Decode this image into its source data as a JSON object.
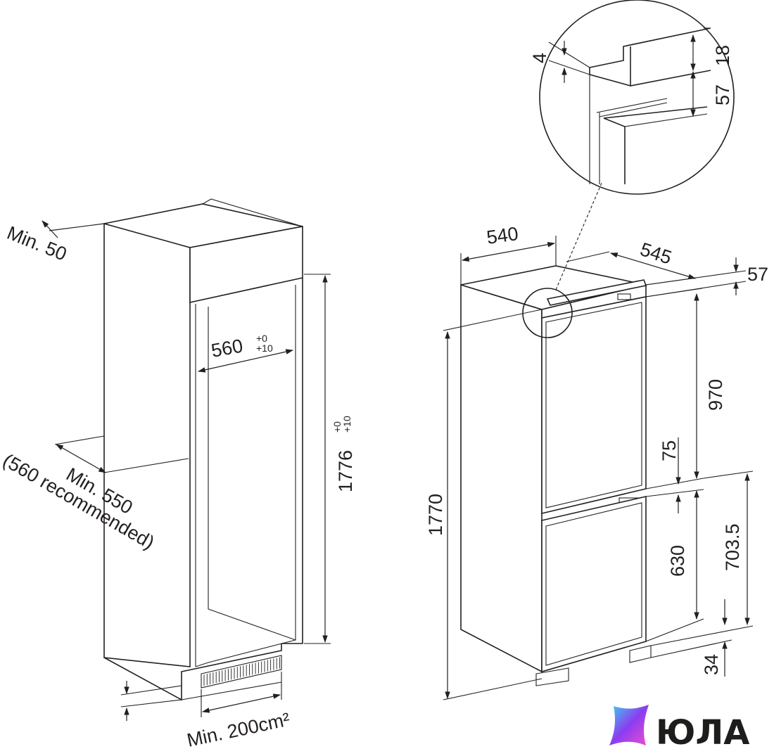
{
  "cabinet": {
    "min_top_gap": "Min. 50",
    "niche_width": "560",
    "niche_width_tol_top": "+0",
    "niche_width_tol_bottom": "+10",
    "niche_height": "1776",
    "niche_height_tol_top": "+0",
    "niche_height_tol_bottom": "+10",
    "min_depth": "Min. 550",
    "depth_recommended": "(560 recommended)",
    "min_vent_area": "Min. 200cm²"
  },
  "appliance": {
    "width": "540",
    "depth": "545",
    "top_height": "57",
    "height": "1770",
    "upper_door_height": "970",
    "door_gap": "75",
    "lower_door_height": "630",
    "lower_section_height": "703.5",
    "foot_height": "34"
  },
  "detail": {
    "gap": "4",
    "top_thickness": "18",
    "top_height": "57"
  },
  "brand": {
    "name": "ЮЛА",
    "logo_color_1": "#3ad4f0",
    "logo_color_2": "#8b3df0",
    "logo_color_3": "#f04dd0"
  }
}
